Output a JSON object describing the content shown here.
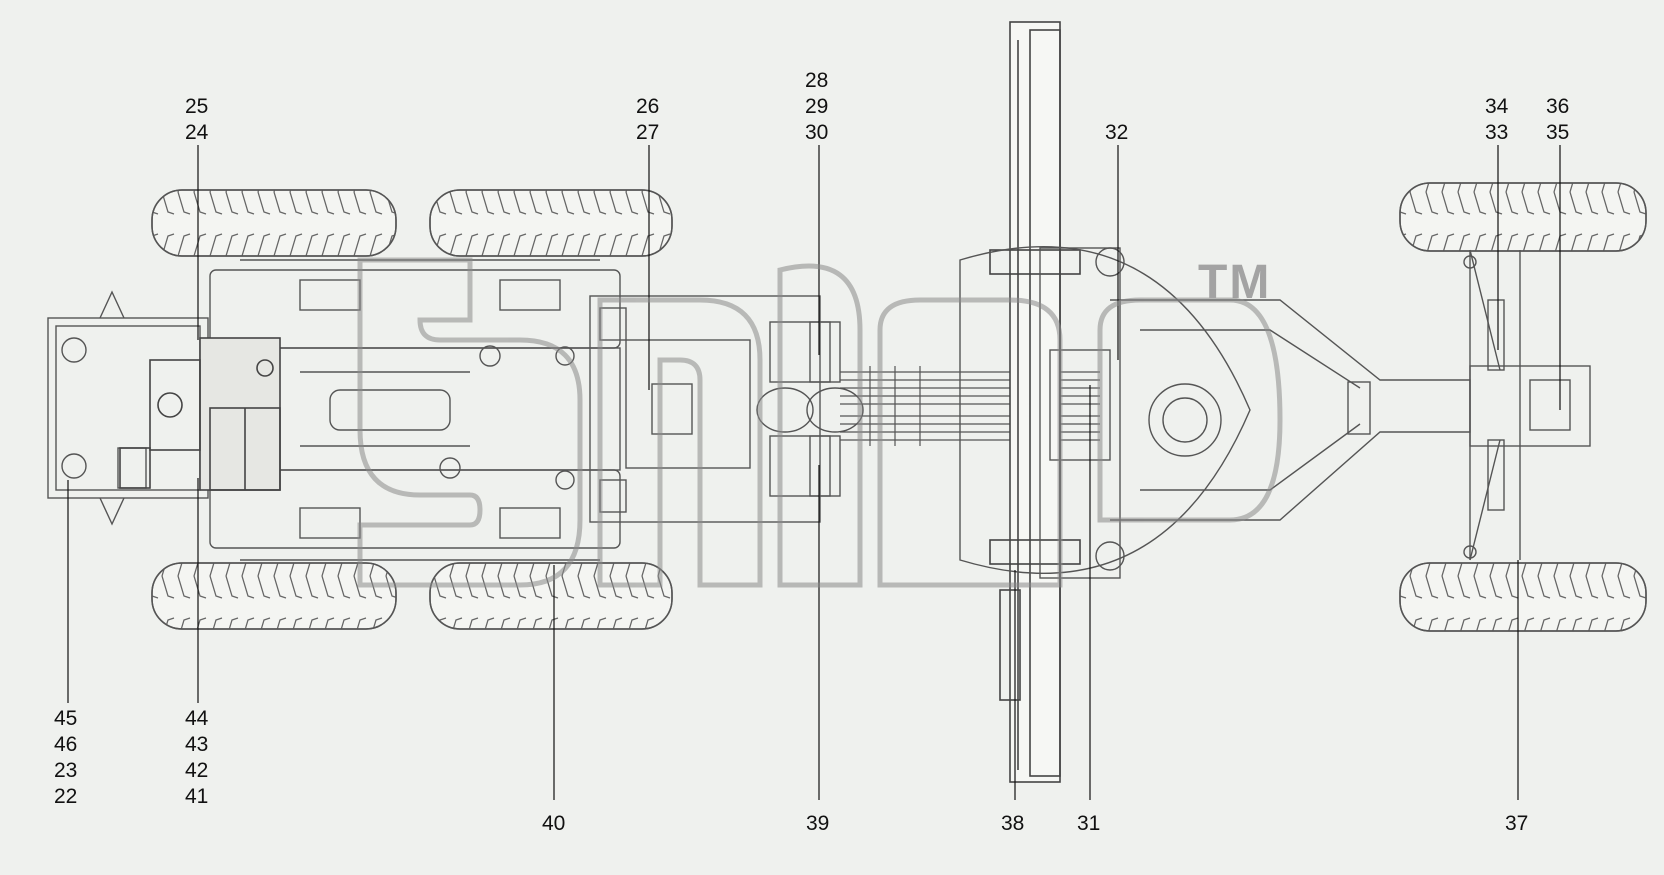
{
  "callouts": {
    "c_25_24": "25\n24",
    "c_26_27": "26\n27",
    "c_28_29_30": "28\n29\n30",
    "c_32": "32",
    "c_34_33": "34\n33",
    "c_36_35": "36\n35",
    "c_45_46_23_22": "45\n46\n23\n22",
    "c_44_43_42_41": "44\n43\n42\n41",
    "c_40": "40",
    "c_39": "39",
    "c_38": "38",
    "c_31": "31",
    "c_37": "37"
  },
  "watermark": {
    "mark": "TM"
  },
  "colors": {
    "line": "#555555",
    "watermark": "#8a8a8a",
    "background": "#eff1ee"
  }
}
